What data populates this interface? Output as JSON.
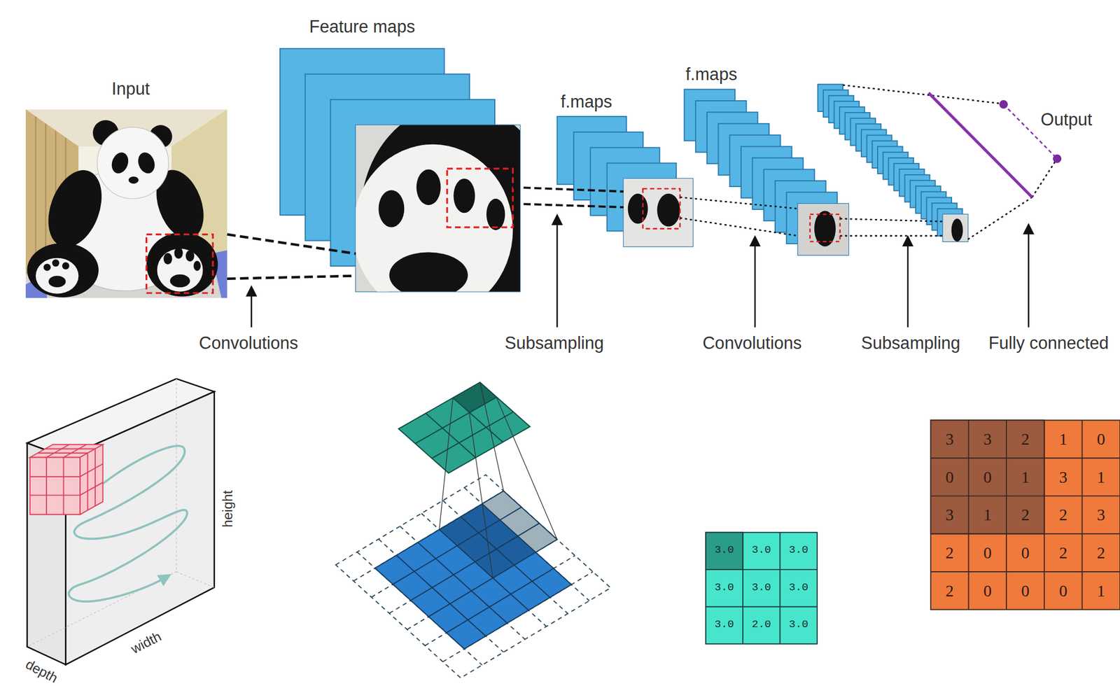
{
  "diagram": {
    "labels": [
      "Input",
      "Feature maps",
      "f.maps",
      "f.maps",
      "Output",
      "Convolutions",
      "Subsampling",
      "Convolutions",
      "Subsampling",
      "Fully connected",
      "height",
      "width",
      "depth",
      "3.0",
      "3.0",
      "3.0",
      "3.0",
      "3.0",
      "3.0",
      "3.0",
      "2.0",
      "3.0",
      "3",
      "3",
      "2",
      "1",
      "0",
      "0",
      "0",
      "1",
      "3",
      "1",
      "3",
      "1",
      "2",
      "2",
      "3",
      "2",
      "0",
      "0",
      "2",
      "2",
      "2",
      "0",
      "0",
      "0",
      "1"
    ]
  }
}
